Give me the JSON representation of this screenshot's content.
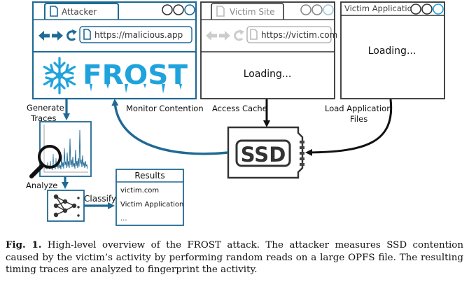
{
  "attacker_window": {
    "tab": "Attacker",
    "url": "https://malicious.app",
    "logo_text": "FROST",
    "logo_icon": "snowflake-icon"
  },
  "victim_site_window": {
    "tab": "Victim Site",
    "url": "https://victim.com",
    "status": "Loading..."
  },
  "victim_app_window": {
    "title": "Victim Application",
    "status": "Loading..."
  },
  "ssd": {
    "label": "SSD"
  },
  "arrows": {
    "monitor": "Monitor Contention",
    "access": "Access Cache",
    "load_line1": "Load Application",
    "load_line2": "Files",
    "generate_line1": "Generate",
    "generate_line2": "Traces",
    "analyze": "Analyze",
    "classify": "Classify"
  },
  "results": {
    "title": "Results",
    "items": [
      "victim.com",
      "Victim Application",
      "..."
    ]
  },
  "caption": {
    "label": "Fig. 1.",
    "text": "High-level overview of the FROST attack. The attacker measures SSD contention caused by the victim’s activity by performing random reads on a large OPFS file. The resulting timing traces are analyzed to fingerprint the activity."
  },
  "colors": {
    "accent": "#1f6a94",
    "frost_blue": "#1fa3dc",
    "ink": "#333333",
    "grey_icon": "#cccccc"
  }
}
